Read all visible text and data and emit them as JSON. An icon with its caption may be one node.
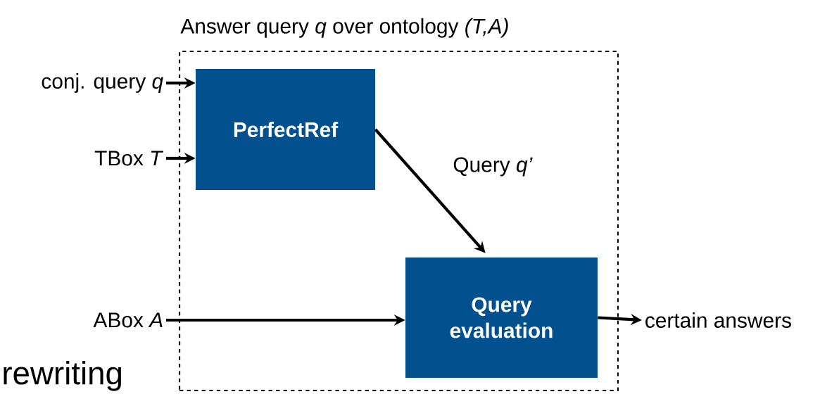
{
  "diagram": {
    "nodes": [
      {
        "text": [
          "Answer query *q* over ontology *(T,A)*"
        ]
      },
      {
        "text": [
          "PerfectRef"
        ],
        "in": 0
      },
      {
        "text": [
          "Query evaluation"
        ],
        "in": 0
      },
      {
        "text": [
          "conj. query *q*"
        ]
      },
      {
        "text": [
          "TBox *T*"
        ]
      },
      {
        "text": [
          "ABox *A*"
        ]
      },
      {
        "text": [
          "certain answers"
        ]
      }
    ],
    "edges": [
      {
        "from": 3,
        "to": 1,
        "arrow": "to"
      },
      {
        "from": 4,
        "to": 1,
        "arrow": "to"
      },
      {
        "from": 1,
        "to": 2,
        "arrow": "to",
        "label": "Query *q’*"
      },
      {
        "from": 5,
        "to": 2,
        "arrow": "to"
      },
      {
        "from": 2,
        "to": 6,
        "arrow": "to"
      }
    ],
    "labels": [
      "rewriting"
    ]
  }
}
